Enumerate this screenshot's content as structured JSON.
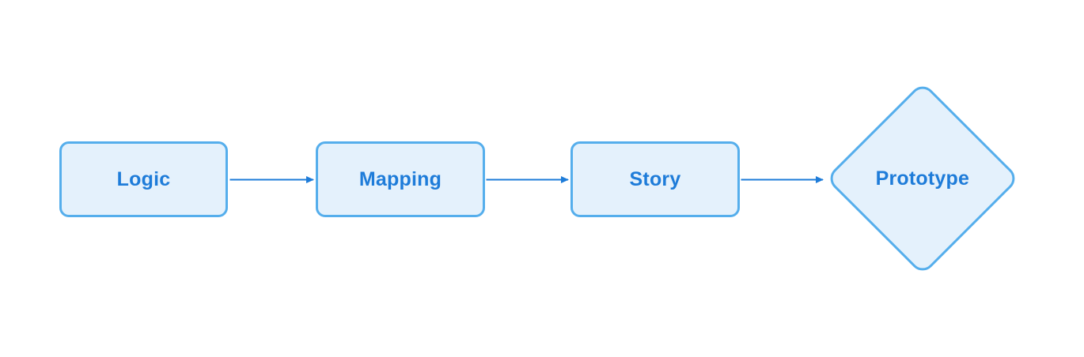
{
  "diagram": {
    "type": "flowchart",
    "direction": "left-to-right",
    "nodes": [
      {
        "id": "logic",
        "label": "Logic",
        "shape": "rounded-rectangle"
      },
      {
        "id": "mapping",
        "label": "Mapping",
        "shape": "rounded-rectangle"
      },
      {
        "id": "story",
        "label": "Story",
        "shape": "rounded-rectangle"
      },
      {
        "id": "prototype",
        "label": "Prototype",
        "shape": "diamond"
      }
    ],
    "edges": [
      {
        "from": "logic",
        "to": "mapping",
        "style": "arrow"
      },
      {
        "from": "mapping",
        "to": "story",
        "style": "arrow"
      },
      {
        "from": "story",
        "to": "prototype",
        "style": "arrow"
      }
    ]
  },
  "colors": {
    "canvas_background": "#ffffff",
    "node_fill": "#e4f1fc",
    "node_border": "#55aeec",
    "label_text": "#1e7cd9",
    "arrow": "#1e7cd9"
  }
}
